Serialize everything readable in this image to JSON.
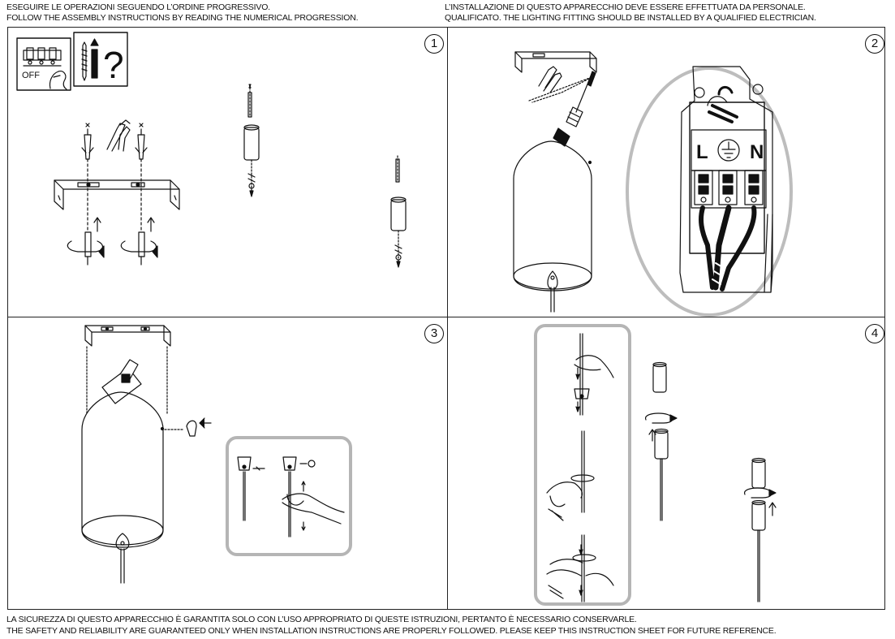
{
  "header": {
    "left_line1": "ESEGUIRE LE OPERAZIONI SEGUENDO L’ORDINE PROGRESSIVO.",
    "left_line2": "FOLLOW THE ASSEMBLY INSTRUCTIONS BY READING THE NUMERICAL PROGRESSION.",
    "right_line1": "L’INSTALLAZIONE DI QUESTO APPARECCHIO DEVE ESSERE EFFETTUATA DA PERSONALE.",
    "right_line2": "QUALIFICATO. THE LIGHTING FITTING SHOULD BE INSTALLED BY A QUALIFIED ELECTRICIAN."
  },
  "footer": {
    "line1": "LA SICUREZZA DI QUESTO APPARECCHIO È GARANTITA SOLO CON L’USO APPROPRIATO DI QUESTE ISTRUZIONI, PERTANTO È NECESSARIO CONSERVARLE.",
    "line2": "THE SAFETY AND RELIABILITY ARE GUARANTEED ONLY WHEN INSTALLATION INSTRUCTIONS ARE PROPERLY FOLLOWED. PLEASE KEEP THIS INSTRUCTION SHEET FOR FUTURE REFERENCE."
  },
  "steps": [
    {
      "number": "1",
      "switch_label": "OFF",
      "question_mark": "?"
    },
    {
      "number": "2",
      "terminal_live": "L",
      "terminal_neutral": "N"
    },
    {
      "number": "3"
    },
    {
      "number": "4"
    }
  ],
  "icons": [
    "power-off-switch-icon",
    "screw-anchor-question-icon",
    "earth-ground-icon",
    "screwdriver-icon",
    "pliers-icon"
  ],
  "colors": {
    "line": "#111111",
    "callout_border": "#b5b5b5",
    "lens_border": "#bdbdbd"
  }
}
